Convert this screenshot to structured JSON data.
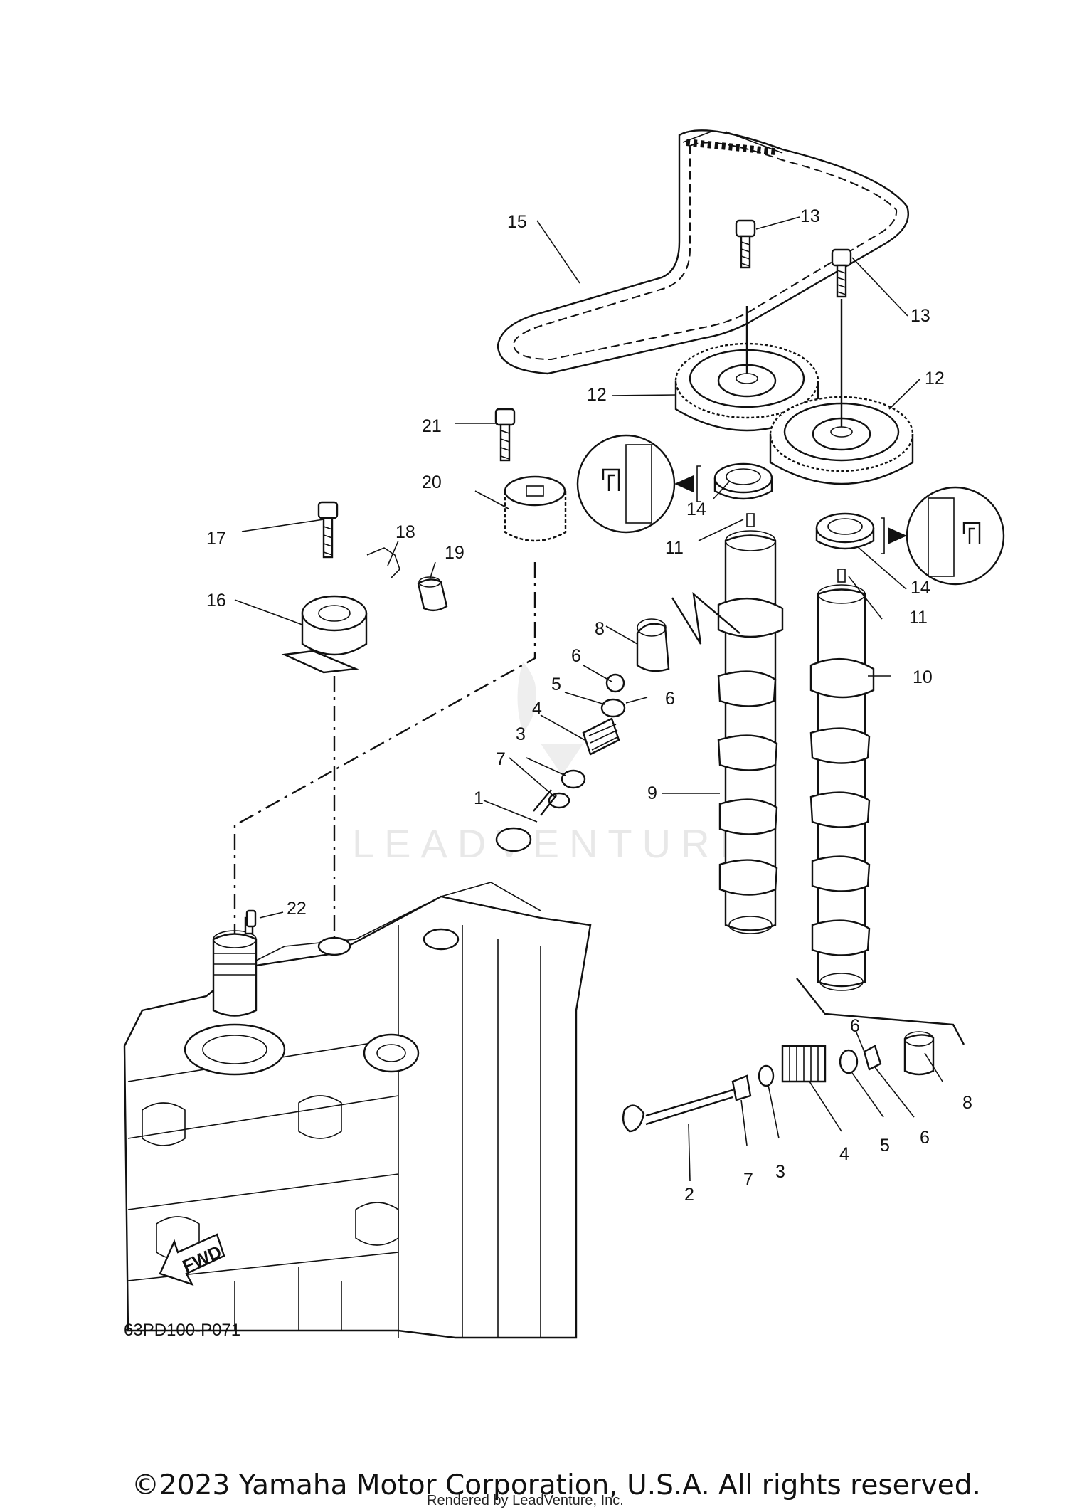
{
  "diagram": {
    "code": "63PD100-P071",
    "fwd_label": "FWD",
    "watermark": "LEADVENTURE",
    "copyright": "©2023 Yamaha Motor Corporation, U.S.A. All rights reserved.",
    "rendered_by": "Rendered by LeadVenture, Inc.",
    "callouts": [
      "1",
      "2",
      "3",
      "3",
      "4",
      "4",
      "5",
      "5",
      "6",
      "6",
      "6",
      "6",
      "7",
      "7",
      "8",
      "8",
      "9",
      "10",
      "11",
      "11",
      "12",
      "12",
      "13",
      "13",
      "14",
      "14",
      "15",
      "16",
      "17",
      "18",
      "19",
      "20",
      "21",
      "22"
    ]
  }
}
